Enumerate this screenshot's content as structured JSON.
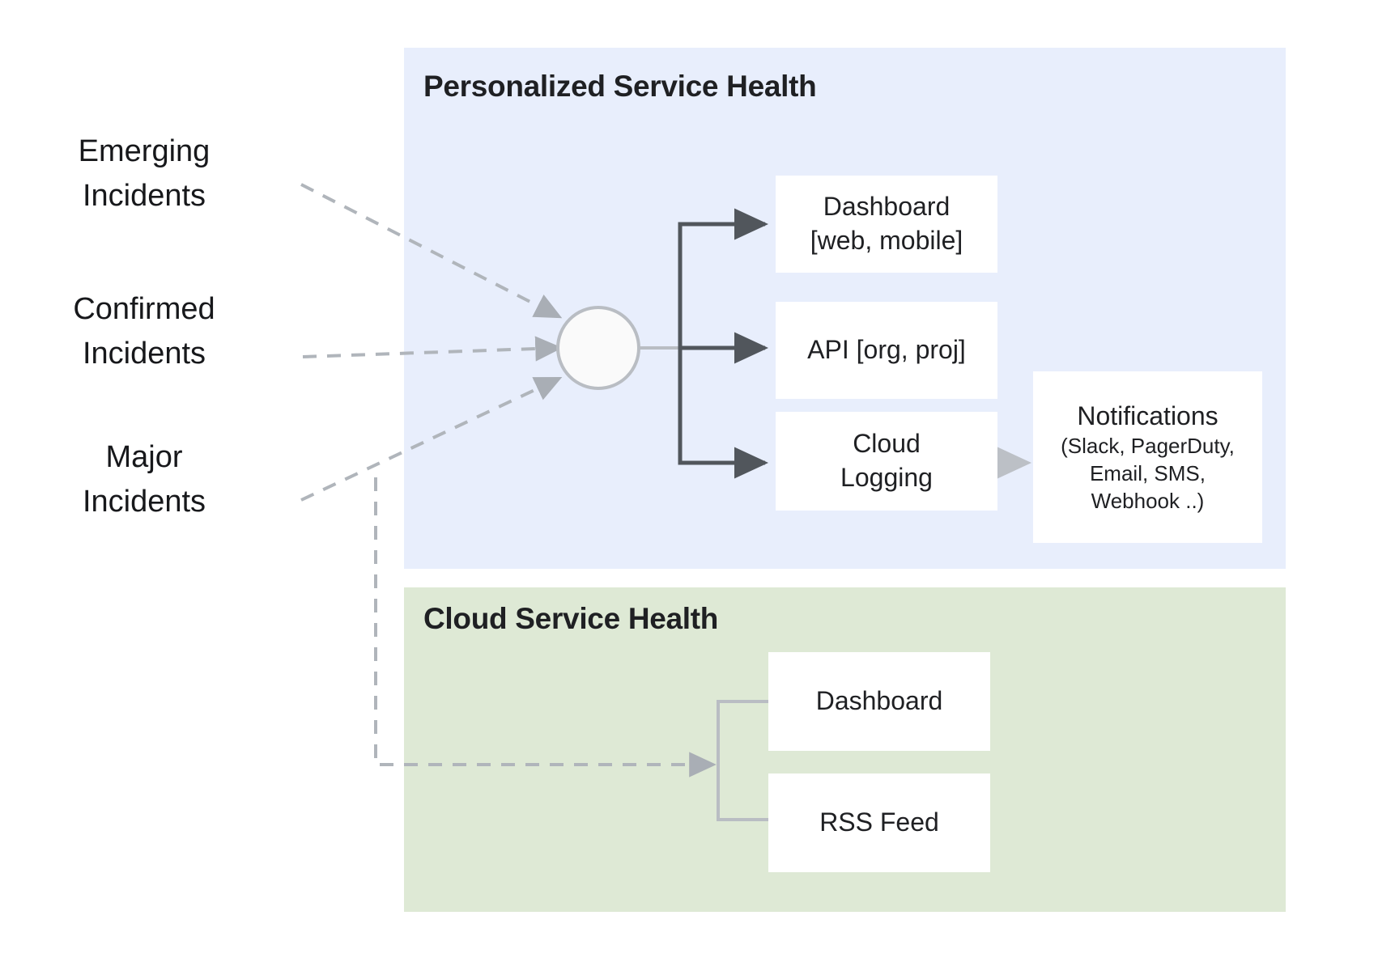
{
  "diagram": {
    "title_hidden": "",
    "colors": {
      "panel_personalized_bg": "#e8eefc",
      "panel_cloud_bg": "#dee9d5",
      "node_bg": "#ffffff",
      "solid_arrow": "#51565c",
      "dashed_arrow": "#b0b5bb",
      "light_arrow": "#c3c7cc",
      "text": "#1f2023"
    },
    "panels": [
      {
        "id": "personalized",
        "title": "Personalized Service Health"
      },
      {
        "id": "cloud",
        "title": "Cloud Service Health"
      }
    ],
    "inputs": [
      {
        "id": "emerging",
        "label": "Emerging\nIncidents"
      },
      {
        "id": "confirmed",
        "label": "Confirmed\nIncidents"
      },
      {
        "id": "major",
        "label": "Major\nIncidents"
      }
    ],
    "hub": {
      "name": "aggregation-node",
      "shape": "circle"
    },
    "personalized_outputs": [
      {
        "id": "dashboard-web-mobile",
        "line1": "Dashboard",
        "line2": "[web, mobile]"
      },
      {
        "id": "api",
        "line1": "API [org, proj]",
        "line2": ""
      },
      {
        "id": "cloud-logging",
        "line1": "Cloud",
        "line2": "Logging"
      }
    ],
    "notifications": {
      "title": "Notifications",
      "line1": "(Slack, PagerDuty,",
      "line2": "Email, SMS,",
      "line3": "Webhook ..)"
    },
    "cloud_outputs": [
      {
        "id": "dashboard",
        "line1": "Dashboard"
      },
      {
        "id": "rss-feed",
        "line1": "RSS Feed"
      }
    ]
  }
}
